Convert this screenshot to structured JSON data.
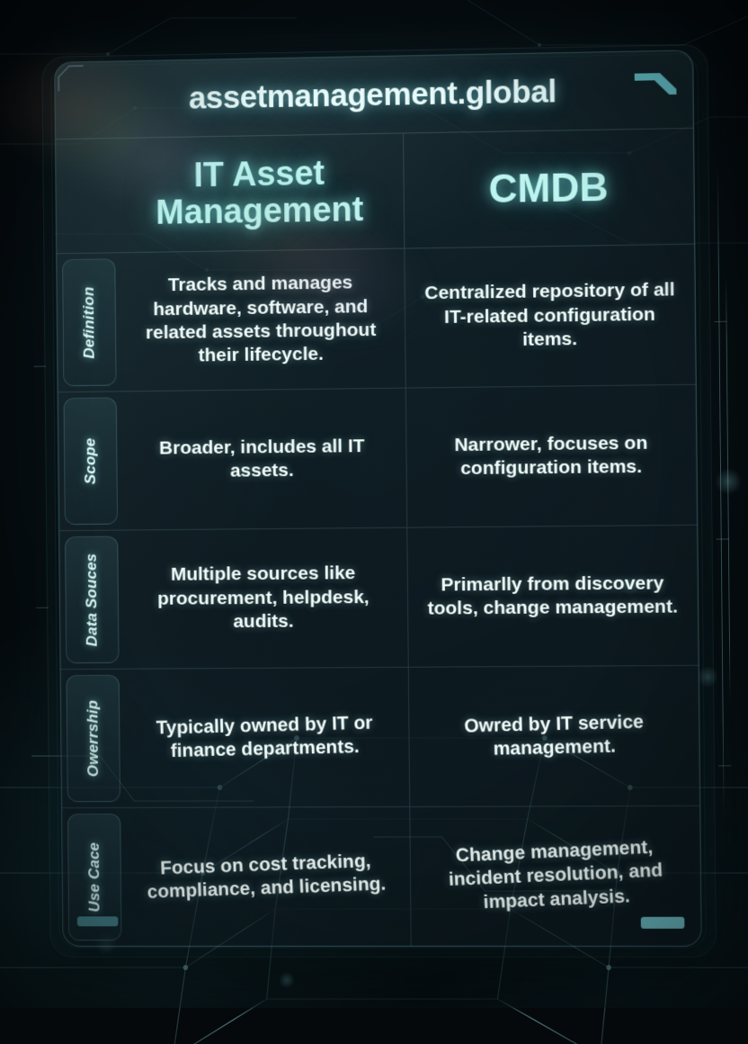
{
  "panel": {
    "title": "assetmanagement.global",
    "columns": [
      "IT Asset Management",
      "CMDB"
    ],
    "row_labels": [
      "Definition",
      "Scope",
      "Data Souces",
      "Owerrship",
      "Use Cace"
    ],
    "rows": [
      {
        "label": "Definition",
        "itam_html": "Tracks and manages hardware, software, and related <b>assets</b> throughout their lifecycle.",
        "cmdb": "Centralized repository of all IT-related configuration items."
      },
      {
        "label": "Scope",
        "itam_html": "Broader, includes all IT assets.",
        "cmdb": "Narrower, focuses on configuration items."
      },
      {
        "label": "Data Souces",
        "itam_html": "Multiple sources like procurement, helpdesk, audits.",
        "cmdb": "Primarlly from discovery tools, change management."
      },
      {
        "label": "Owerrship",
        "itam_html": "Typically owned by IT or finance departments.",
        "cmdb": "Owred by IT service management."
      },
      {
        "label": "Use Cace",
        "itam_html": "Focus on cost tracking, compliance, and licensing.",
        "cmdb": "Change management, incident resolution, and impact analysis."
      }
    ]
  },
  "colors": {
    "accent_cyan": "#87e1e6",
    "header_text": "#bdf4ef",
    "title_text": "#e8fbfb",
    "body_text": "#f2fdfc",
    "panel_border": "#80cdd7",
    "background": "#05090b"
  }
}
